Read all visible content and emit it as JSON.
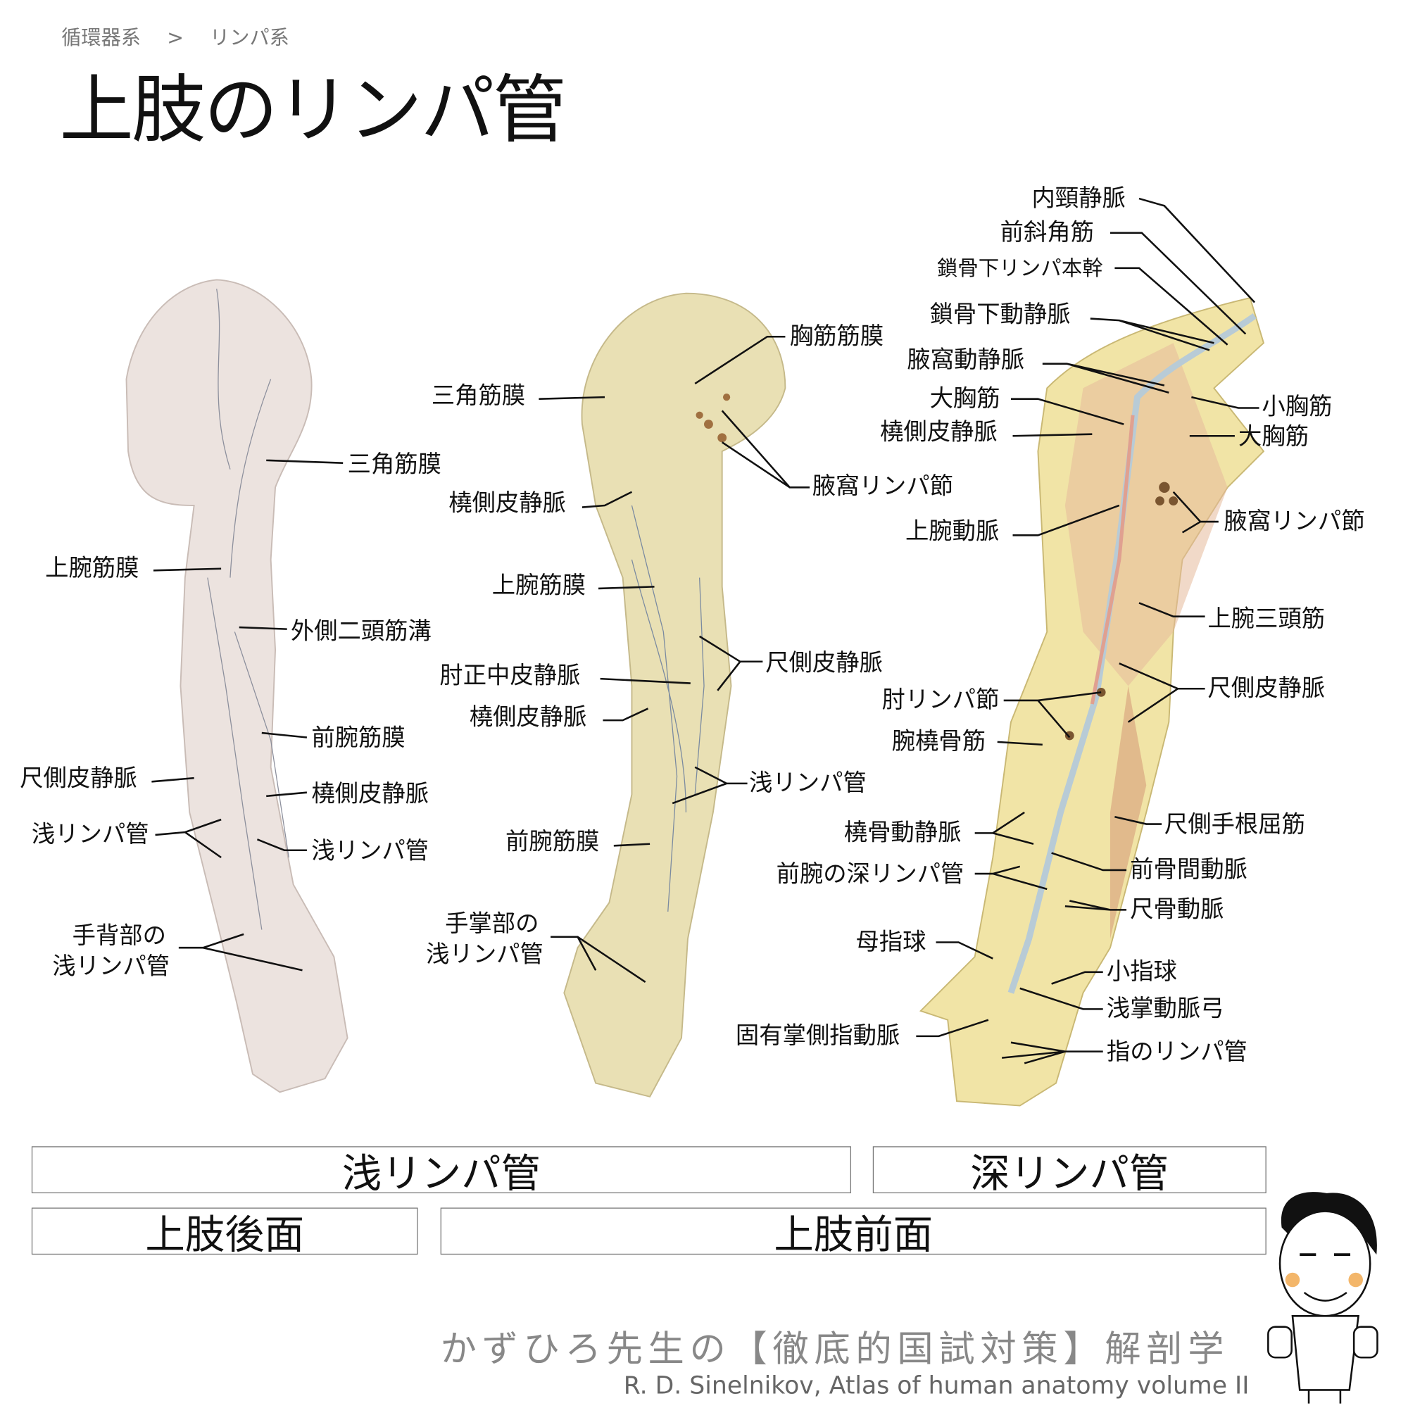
{
  "breadcrumb": {
    "parent": "循環器系",
    "separator": ">",
    "current": "リンパ系"
  },
  "title": "上肢のリンパ管",
  "posterior_labels": [
    "三角筋膜",
    "上腕筋膜",
    "外側二頭筋溝",
    "前腕筋膜",
    "尺側皮静脈",
    "橈側皮静脈",
    "浅リンパ管",
    "浅リンパ管",
    "手背部の",
    "浅リンパ管"
  ],
  "anterior_superficial_labels": [
    "胸筋筋膜",
    "三角筋膜",
    "腋窩リンパ節",
    "橈側皮静脈",
    "上腕筋膜",
    "尺側皮静脈",
    "肘正中皮静脈",
    "橈側皮静脈",
    "浅リンパ管",
    "前腕筋膜",
    "手掌部の",
    "浅リンパ管"
  ],
  "anterior_deep_labels": [
    "内頸静脈",
    "前斜角筋",
    "鎖骨下リンパ本幹",
    "鎖骨下動静脈",
    "腋窩動静脈",
    "大胸筋",
    "橈側皮静脈",
    "小胸筋",
    "大胸筋",
    "腋窩リンパ節",
    "上腕動脈",
    "上腕三頭筋",
    "尺側皮静脈",
    "肘リンパ節",
    "腕橈骨筋",
    "尺側手根屈筋",
    "橈骨動静脈",
    "前骨間動脈",
    "前腕の深リンパ管",
    "尺骨動脈",
    "母指球",
    "小指球",
    "浅掌動脈弓",
    "固有掌側指動脈",
    "指のリンパ管"
  ],
  "categories": {
    "superficial": "浅リンパ管",
    "deep": "深リンパ管",
    "posterior": "上肢後面",
    "anterior": "上肢前面"
  },
  "footer": {
    "brand": "かずひろ先生の【徹底的国試対策】解剖学",
    "source": "R. D. Sinelnikov,  Atlas of human anatomy volume II"
  },
  "colors": {
    "posterior_skin": "#ece3df",
    "anterior_fascia": "#e9e0b4",
    "deep_muscle": "#f1e4a6",
    "muscle_pink": "#e6b99a"
  }
}
